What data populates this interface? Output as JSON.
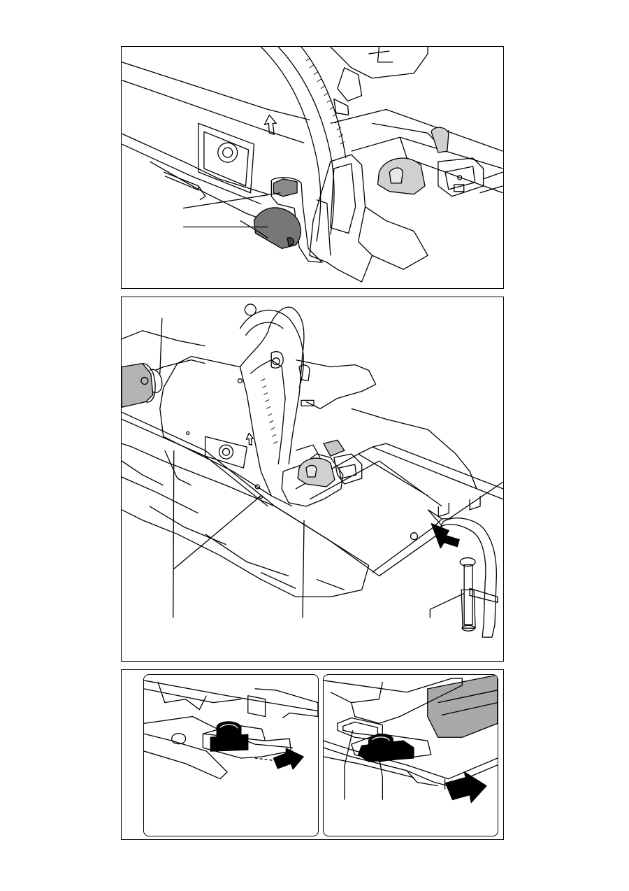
{
  "figures": [
    {
      "id": "figure-top",
      "callouts": 2
    },
    {
      "id": "figure-middle",
      "callouts": 4
    },
    {
      "id": "figure-bottom",
      "subpanels": 2
    }
  ],
  "colors": {
    "line": "#000000",
    "dark_part": "#777777",
    "mid_part": "#b3b3b3",
    "light_part": "#d0d0d0",
    "rail": "#a9a9a9",
    "background": "#ffffff"
  }
}
